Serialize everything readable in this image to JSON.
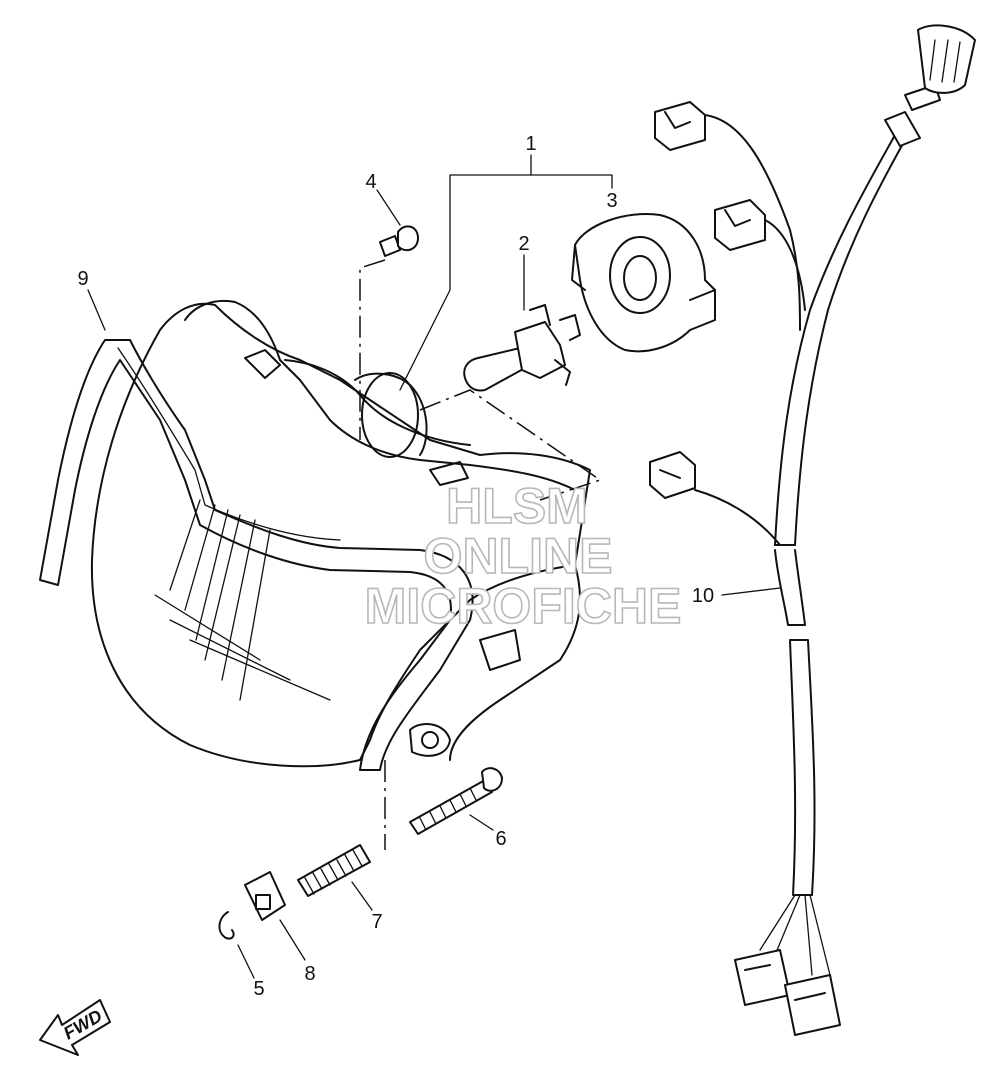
{
  "watermark": {
    "line1": "HLSM",
    "line2": "ONLINE",
    "line3": "MICROFICHE"
  },
  "callouts": {
    "p1": "1",
    "p2": "2",
    "p3": "3",
    "p4": "4",
    "p5": "5",
    "p6": "6",
    "p7": "7",
    "p8": "8",
    "p9": "9",
    "p10": "10"
  },
  "fwd_label": "FWD"
}
